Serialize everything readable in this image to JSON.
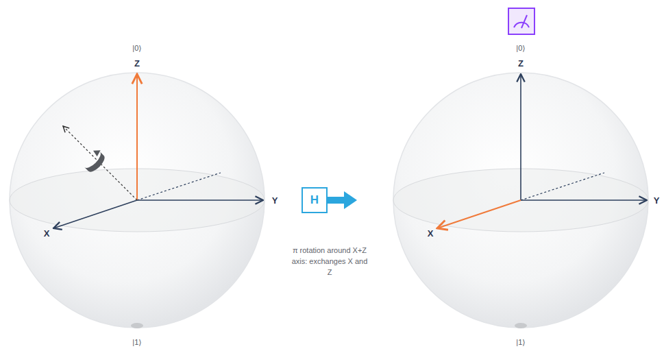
{
  "diagram": {
    "nodes": [
      {
        "text": [
          "H"
        ]
      }
    ],
    "labels": [
      "|0⟩",
      "Z",
      "Y",
      "X",
      "|1⟩",
      "|0⟩",
      "Z",
      "Y",
      "X",
      "|1⟩",
      "π rotation around X+Z axis: exchanges X and Z"
    ]
  }
}
